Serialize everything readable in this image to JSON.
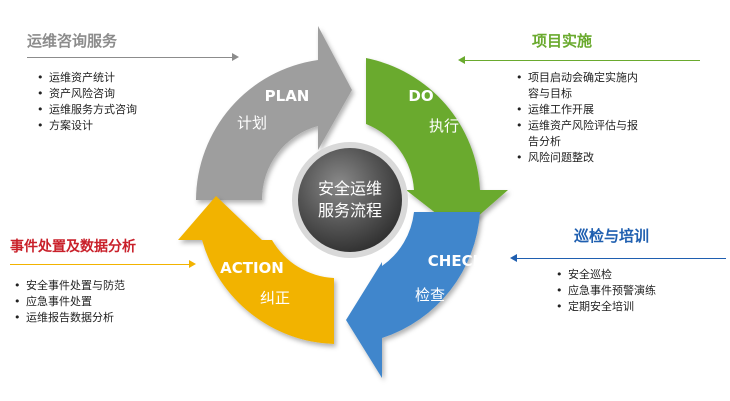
{
  "center": {
    "line1": "安全运维",
    "line2": "服务流程"
  },
  "segments": {
    "plan": {
      "en": "PLAN",
      "zh": "计划",
      "color": "#9e9e9e"
    },
    "do": {
      "en": "DO",
      "zh": "执行",
      "color": "#6aaa2e"
    },
    "check": {
      "en": "CHECK",
      "zh": "检查",
      "color": "#3f86cc"
    },
    "action": {
      "en": "ACTION",
      "zh": "纠正",
      "color": "#f2b300"
    }
  },
  "panels": {
    "top_left": {
      "title": "运维咨询服务",
      "color": "#8c8c8c",
      "items": [
        "运维资产统计",
        "资产风险咨询",
        "运维服务方式咨询",
        "方案设计"
      ]
    },
    "top_right": {
      "title": "项目实施",
      "color": "#6aaa2e",
      "items": [
        "项目启动会确定实施内",
        "容与目标",
        "运维工作开展",
        "运维资产风险评估与报",
        "告分析",
        "风险问题整改"
      ]
    },
    "bottom_right": {
      "title": "巡检与培训",
      "color": "#1f5fb0",
      "items": [
        "安全巡检",
        "应急事件预警演练",
        "定期安全培训"
      ]
    },
    "bottom_left": {
      "title": "事件处置及数据分析",
      "color": "#c9202a",
      "items": [
        "安全事件处置与防范",
        "应急事件处置",
        "运维报告数据分析"
      ]
    }
  }
}
